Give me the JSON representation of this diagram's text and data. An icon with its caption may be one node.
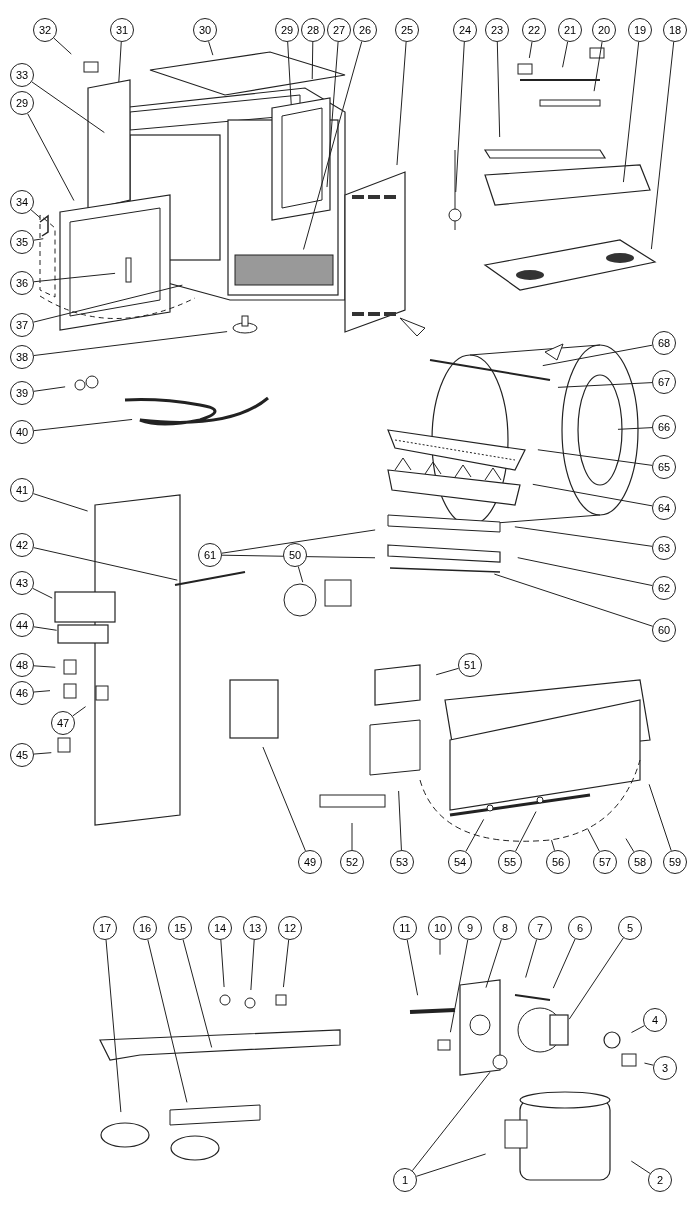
{
  "diagram": {
    "nodes": [
      {
        "text": [
          "32"
        ]
      },
      {
        "text": [
          "31"
        ]
      },
      {
        "text": [
          "30"
        ]
      },
      {
        "text": [
          "29"
        ]
      },
      {
        "text": [
          "28"
        ]
      },
      {
        "text": [
          "27"
        ]
      },
      {
        "text": [
          "26"
        ]
      },
      {
        "text": [
          "25"
        ]
      },
      {
        "text": [
          "24"
        ]
      },
      {
        "text": [
          "23"
        ]
      },
      {
        "text": [
          "22"
        ]
      },
      {
        "text": [
          "21"
        ]
      },
      {
        "text": [
          "20"
        ]
      },
      {
        "text": [
          "19"
        ]
      },
      {
        "text": [
          "18"
        ]
      },
      {
        "text": [
          "33"
        ]
      },
      {
        "text": [
          "29"
        ]
      },
      {
        "text": [
          "34"
        ]
      },
      {
        "text": [
          "35"
        ]
      },
      {
        "text": [
          "36"
        ]
      },
      {
        "text": [
          "37"
        ]
      },
      {
        "text": [
          "38"
        ]
      },
      {
        "text": [
          "39"
        ]
      },
      {
        "text": [
          "40"
        ]
      },
      {
        "text": [
          "68"
        ]
      },
      {
        "text": [
          "67"
        ]
      },
      {
        "text": [
          "66"
        ]
      },
      {
        "text": [
          "65"
        ]
      },
      {
        "text": [
          "41"
        ]
      },
      {
        "text": [
          "64"
        ]
      },
      {
        "text": [
          "42"
        ]
      },
      {
        "text": [
          "61"
        ]
      },
      {
        "text": [
          "50"
        ]
      },
      {
        "text": [
          "63"
        ]
      },
      {
        "text": [
          "43"
        ]
      },
      {
        "text": [
          "62"
        ]
      },
      {
        "text": [
          "44"
        ]
      },
      {
        "text": [
          "60"
        ]
      },
      {
        "text": [
          "48"
        ]
      },
      {
        "text": [
          "51"
        ]
      },
      {
        "text": [
          "46"
        ]
      },
      {
        "text": [
          "47"
        ]
      },
      {
        "text": [
          "45"
        ]
      },
      {
        "text": [
          "49"
        ]
      },
      {
        "text": [
          "52"
        ]
      },
      {
        "text": [
          "53"
        ]
      },
      {
        "text": [
          "54"
        ]
      },
      {
        "text": [
          "55"
        ]
      },
      {
        "text": [
          "56"
        ]
      },
      {
        "text": [
          "57"
        ]
      },
      {
        "text": [
          "58"
        ]
      },
      {
        "text": [
          "59"
        ]
      },
      {
        "text": [
          "17"
        ]
      },
      {
        "text": [
          "16"
        ]
      },
      {
        "text": [
          "15"
        ]
      },
      {
        "text": [
          "14"
        ]
      },
      {
        "text": [
          "13"
        ]
      },
      {
        "text": [
          "12"
        ]
      },
      {
        "text": [
          "11"
        ]
      },
      {
        "text": [
          "10"
        ]
      },
      {
        "text": [
          "9"
        ]
      },
      {
        "text": [
          "8"
        ]
      },
      {
        "text": [
          "7"
        ]
      },
      {
        "text": [
          "6"
        ]
      },
      {
        "text": [
          "5"
        ]
      },
      {
        "text": [
          "4"
        ]
      },
      {
        "text": [
          "3"
        ]
      },
      {
        "text": [
          "1"
        ]
      },
      {
        "text": [
          "2"
        ]
      }
    ],
    "edges": [
      {
        "from": 0,
        "to": null,
        "arrow": "none"
      },
      {
        "from": 1,
        "to": null,
        "arrow": "none"
      },
      {
        "from": 2,
        "to": null,
        "arrow": "none"
      },
      {
        "from": 3,
        "to": null,
        "arrow": "none"
      },
      {
        "from": 4,
        "to": null,
        "arrow": "none"
      },
      {
        "from": 5,
        "to": null,
        "arrow": "none"
      },
      {
        "from": 6,
        "to": null,
        "arrow": "none"
      },
      {
        "from": 7,
        "to": null,
        "arrow": "none"
      },
      {
        "from": 8,
        "to": null,
        "arrow": "none"
      },
      {
        "from": 9,
        "to": null,
        "arrow": "none"
      },
      {
        "from": 10,
        "to": null,
        "arrow": "none"
      },
      {
        "from": 11,
        "to": null,
        "arrow": "none"
      },
      {
        "from": 12,
        "to": null,
        "arrow": "none"
      },
      {
        "from": 13,
        "to": null,
        "arrow": "none"
      },
      {
        "from": 14,
        "to": null,
        "arrow": "none"
      },
      {
        "from": 15,
        "to": null,
        "arrow": "none"
      },
      {
        "from": 16,
        "to": null,
        "arrow": "none"
      },
      {
        "from": 17,
        "to": null,
        "arrow": "none"
      },
      {
        "from": 18,
        "to": null,
        "arrow": "none"
      },
      {
        "from": 19,
        "to": null,
        "arrow": "none"
      },
      {
        "from": 20,
        "to": null,
        "arrow": "none"
      },
      {
        "from": 21,
        "to": null,
        "arrow": "none"
      },
      {
        "from": 22,
        "to": null,
        "arrow": "none"
      },
      {
        "from": 23,
        "to": null,
        "arrow": "none"
      },
      {
        "from": 24,
        "to": null,
        "arrow": "none"
      },
      {
        "from": 25,
        "to": null,
        "arrow": "none"
      },
      {
        "from": 26,
        "to": null,
        "arrow": "none"
      },
      {
        "from": 27,
        "to": null,
        "arrow": "none"
      },
      {
        "from": 28,
        "to": null,
        "arrow": "none"
      },
      {
        "from": 29,
        "to": null,
        "arrow": "none"
      },
      {
        "from": 30,
        "to": null,
        "arrow": "none"
      },
      {
        "from": 31,
        "to": null,
        "arrow": "none"
      },
      {
        "from": 31,
        "to": null,
        "arrow": "none"
      },
      {
        "from": 32,
        "to": null,
        "arrow": "none"
      },
      {
        "from": 33,
        "to": null,
        "arrow": "none"
      },
      {
        "from": 34,
        "to": null,
        "arrow": "none"
      },
      {
        "from": 35,
        "to": null,
        "arrow": "none"
      },
      {
        "from": 36,
        "to": null,
        "arrow": "none"
      },
      {
        "from": 37,
        "to": null,
        "arrow": "none"
      },
      {
        "from": 38,
        "to": null,
        "arrow": "none"
      },
      {
        "from": 39,
        "to": null,
        "arrow": "none"
      },
      {
        "from": 40,
        "to": null,
        "arrow": "none"
      },
      {
        "from": 41,
        "to": null,
        "arrow": "none"
      },
      {
        "from": 42,
        "to": null,
        "arrow": "none"
      },
      {
        "from": 43,
        "to": null,
        "arrow": "none"
      },
      {
        "from": 44,
        "to": null,
        "arrow": "none"
      },
      {
        "from": 45,
        "to": null,
        "arrow": "none"
      },
      {
        "from": 46,
        "to": null,
        "arrow": "none"
      },
      {
        "from": 47,
        "to": null,
        "arrow": "none"
      },
      {
        "from": 48,
        "to": null,
        "arrow": "none"
      },
      {
        "from": 49,
        "to": null,
        "arrow": "none"
      },
      {
        "from": 50,
        "to": null,
        "arrow": "none"
      },
      {
        "from": 51,
        "to": null,
        "arrow": "none"
      },
      {
        "from": 52,
        "to": null,
        "arrow": "none"
      },
      {
        "from": 53,
        "to": null,
        "arrow": "none"
      },
      {
        "from": 54,
        "to": null,
        "arrow": "none"
      },
      {
        "from": 55,
        "to": null,
        "arrow": "none"
      },
      {
        "from": 56,
        "to": null,
        "arrow": "none"
      },
      {
        "from": 57,
        "to": null,
        "arrow": "none"
      },
      {
        "from": 58,
        "to": null,
        "arrow": "none"
      },
      {
        "from": 59,
        "to": null,
        "arrow": "none"
      },
      {
        "from": 60,
        "to": null,
        "arrow": "none"
      },
      {
        "from": 61,
        "to": null,
        "arrow": "none"
      },
      {
        "from": 62,
        "to": null,
        "arrow": "none"
      },
      {
        "from": 63,
        "to": null,
        "arrow": "none"
      },
      {
        "from": 64,
        "to": null,
        "arrow": "none"
      },
      {
        "from": 65,
        "to": null,
        "arrow": "none"
      },
      {
        "from": 66,
        "to": null,
        "arrow": "none"
      },
      {
        "from": 67,
        "to": null,
        "arrow": "none"
      },
      {
        "from": 67,
        "to": null,
        "arrow": "none"
      },
      {
        "from": 68,
        "to": null,
        "arrow": "none"
      }
    ]
  }
}
